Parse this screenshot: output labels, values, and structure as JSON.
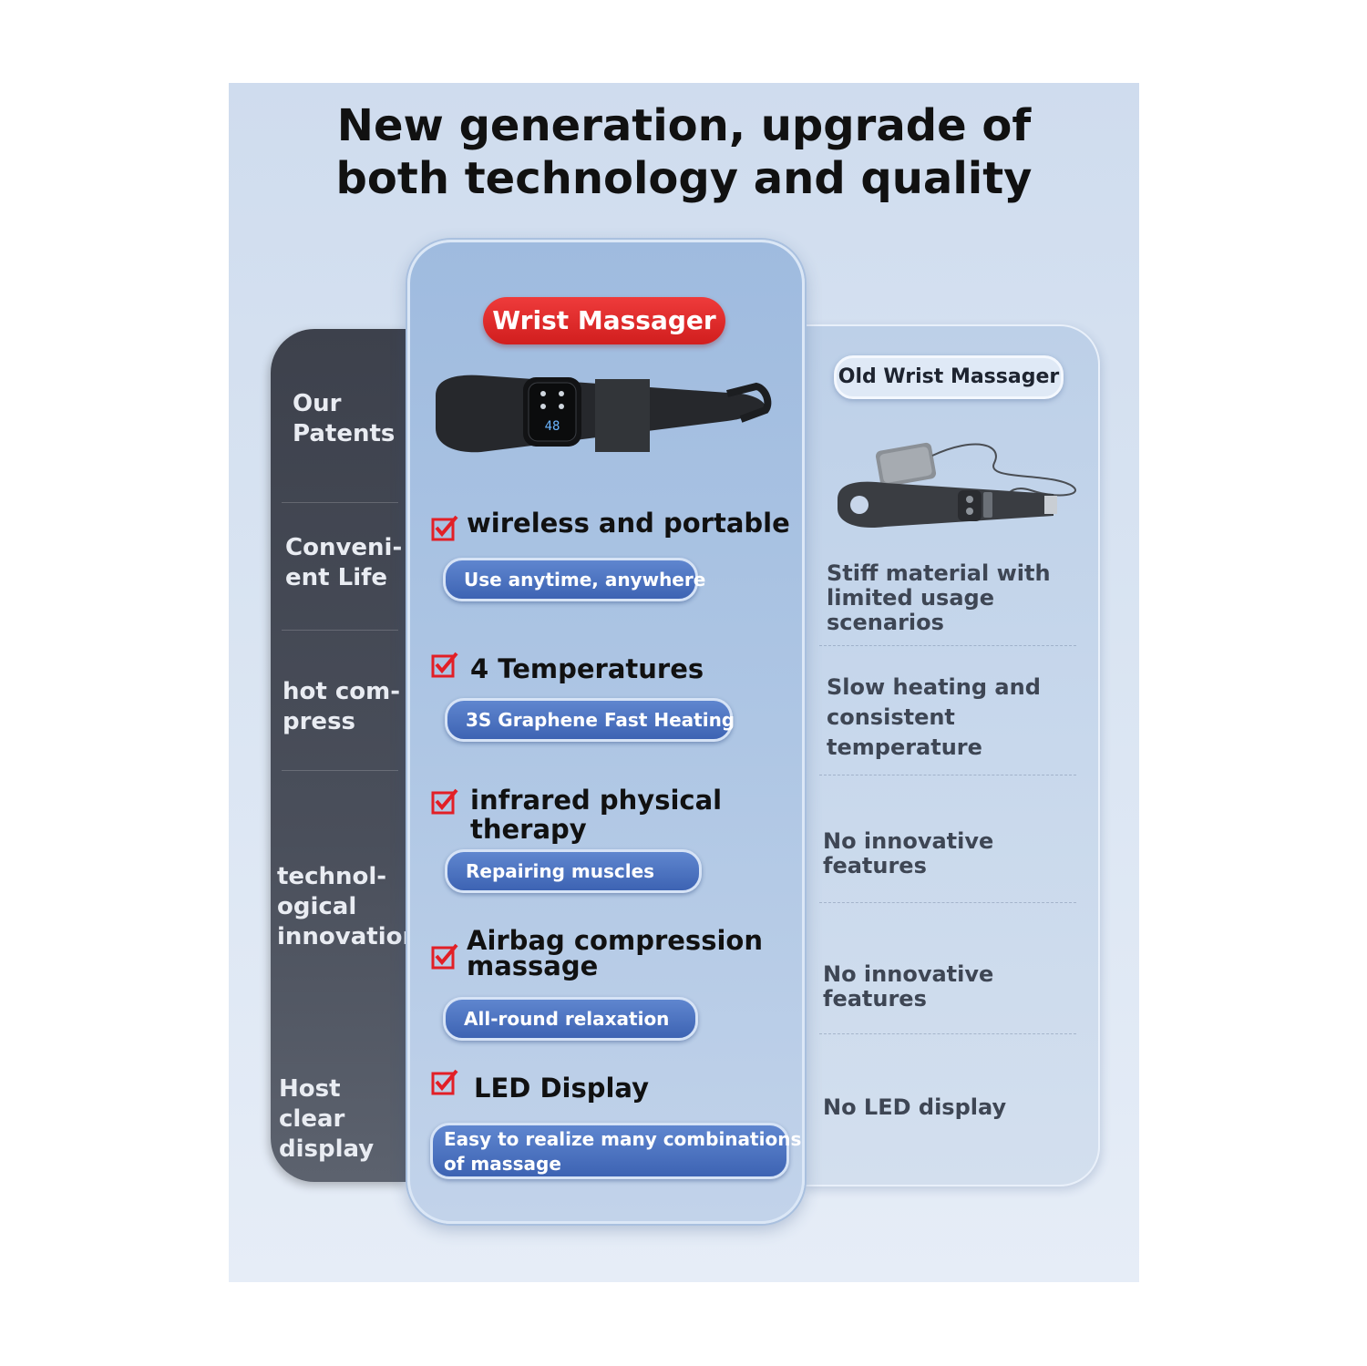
{
  "headline": {
    "line1": "New generation, upgrade of",
    "line2": "both technology and quality"
  },
  "left_labels": [
    {
      "line1": "Our",
      "line2": "Patents"
    },
    {
      "line1": "Conveni-",
      "line2": "ent Life"
    },
    {
      "line1": "hot com-",
      "line2": "press"
    },
    {
      "line1": "technol-",
      "line2": "ogical",
      "line3": "innovation"
    },
    {
      "line1": "Host clear",
      "line2": "display"
    }
  ],
  "new_product": {
    "label": "Wrist Massager",
    "display_reading": "48",
    "features": [
      {
        "title": "wireless and portable",
        "subtitle": "Use anytime, anywhere"
      },
      {
        "title": "4 Temperatures",
        "subtitle": "3S Graphene Fast Heating"
      },
      {
        "title_line1": "infrared physical",
        "title_line2": "therapy",
        "subtitle": "Repairing muscles"
      },
      {
        "title_line1": "Airbag compression",
        "title_line2": "massage",
        "subtitle": "All-round relaxation"
      },
      {
        "title": "LED Display",
        "subtitle_line1": "Easy to realize many combinations",
        "subtitle_line2": "of massage"
      }
    ]
  },
  "old_product": {
    "label": "Old Wrist Massager",
    "items": [
      {
        "line1": "Stiff material with",
        "line2": "limited usage",
        "line3": "scenarios"
      },
      {
        "line1": "Slow heating and",
        "line2": "consistent",
        "line3": "temperature"
      },
      {
        "text": "No innovative features"
      },
      {
        "text": "No innovative features"
      },
      {
        "text": "No LED display"
      }
    ]
  },
  "colors": {
    "check_red": "#e21f26",
    "pill_red": "#e02a2a",
    "pill_blue": "#4a70bd"
  }
}
